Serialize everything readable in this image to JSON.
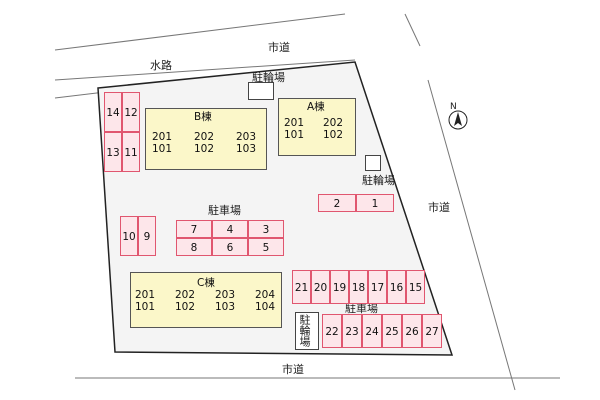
{
  "roads": {
    "top": "市道",
    "right": "市道",
    "bottom": "市道",
    "waterway": "水路"
  },
  "buildings": {
    "a": {
      "name": "A棟",
      "units": [
        "201",
        "202",
        "101",
        "102"
      ]
    },
    "b": {
      "name": "B棟",
      "units": [
        "201",
        "202",
        "203",
        "101",
        "102",
        "103"
      ]
    },
    "c": {
      "name": "C棟",
      "units": [
        "201",
        "202",
        "203",
        "204",
        "101",
        "102",
        "103",
        "104"
      ]
    }
  },
  "bike_parking": {
    "top": "駐輪場",
    "right": "駐輪場",
    "bottom": "駐輪場"
  },
  "car_parking": {
    "center_label": "駐車場",
    "bottom_label": "駐車場",
    "left_top": [
      "14",
      "12",
      "13",
      "11"
    ],
    "left_mid": [
      "10",
      "9"
    ],
    "center": [
      "7",
      "4",
      "3",
      "8",
      "6",
      "5"
    ],
    "right_small": [
      "2",
      "1"
    ],
    "bottom_row1": [
      "21",
      "20",
      "19",
      "18",
      "17",
      "16",
      "15"
    ],
    "bottom_row2": [
      "22",
      "23",
      "24",
      "25",
      "26",
      "27"
    ]
  },
  "compass": "N"
}
